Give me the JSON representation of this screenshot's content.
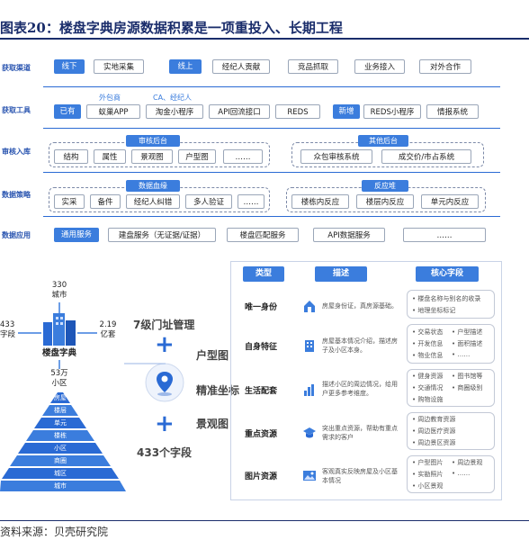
{
  "title": "图表20：楼盘字典房源数据积累是一项重投入、长期工程",
  "source": "资料来源：贝壳研究院",
  "framework": {
    "rows": [
      {
        "label": "获取渠道"
      },
      {
        "label": "获取工具"
      },
      {
        "label": "审核入库"
      },
      {
        "label": "数据策略"
      },
      {
        "label": "数据应用"
      }
    ],
    "r1": [
      "线下",
      "实地采集",
      "线上",
      "经纪人贡献",
      "竞品抓取",
      "业务接入",
      "对外合作"
    ],
    "r2_sub": [
      "外包商",
      "CA、经纪人"
    ],
    "r2": [
      "已有",
      "蚁巢APP",
      "淘金小程序",
      "API回流接口",
      "REDS",
      "新增",
      "REDS小程序",
      "情报系统"
    ],
    "r3_tags": [
      "审核后台",
      "其他后台"
    ],
    "r3": [
      "结构",
      "属性",
      "景观图",
      "户型图",
      "……",
      "众包审核系统",
      "成交价/市占系统"
    ],
    "r4_tags": [
      "数据血缘",
      "反应堆"
    ],
    "r4": [
      "实采",
      "备件",
      "经纪人纠错",
      "多人验证",
      "……",
      "楼栋内反应",
      "楼层内反应",
      "单元内反应"
    ],
    "r5": [
      "通用服务",
      "建盘服务（无证据/证据）",
      "楼盘匹配服务",
      "API数据服务",
      "……"
    ]
  },
  "left": {
    "hub": "楼盘字典",
    "cities_num": "330",
    "cities_unit": "城市",
    "fields_num": "433",
    "fields_unit": "字段",
    "rooms_num": "2.19",
    "rooms_unit": "亿套",
    "communities_num": "53万",
    "communities_unit": "小区",
    "pyramid": [
      "房屋",
      "楼层",
      "单元",
      "楼栋",
      "小区",
      "商圈",
      "城区",
      "城市"
    ],
    "mgmt": "7级门址管理",
    "coord": "精准坐标",
    "floorplan": "户型图",
    "scenery": "景观图",
    "fields433": "433个字段"
  },
  "table": {
    "headers": [
      "类型",
      "描述",
      "核心字段"
    ],
    "rows": [
      {
        "type": "唯一身份",
        "desc": "房屋身份证，真房源基础。",
        "fields": [
          "楼盘名称与别名的收录",
          "地理坐标标记"
        ]
      },
      {
        "type": "自身特征",
        "desc": "房屋基本情况介绍，描述房子及小区本身。",
        "fields": [
          "交易状态",
          "户型描述",
          "开发信息",
          "面积描述",
          "物业信息",
          "……"
        ]
      },
      {
        "type": "生活配套",
        "desc": "描述小区的周边情况，给用户更多参考维度。",
        "fields": [
          "健身资源",
          "图书馆等",
          "交通情况",
          "商圈级别",
          "购物设施"
        ]
      },
      {
        "type": "重点资源",
        "desc": "突出重点资源，帮助有重点需求的客户",
        "fields": [
          "周边教育资源",
          "周边医疗资源",
          "周边景区资源"
        ]
      },
      {
        "type": "图片资源",
        "desc": "客观真实反映房屋及小区基本情况",
        "fields": [
          "户型图片",
          "周边景观",
          "实勘照片",
          "……",
          "小区景观"
        ]
      }
    ]
  },
  "colors": {
    "accent": "#3b7ddd",
    "title": "#1a2d6b"
  }
}
